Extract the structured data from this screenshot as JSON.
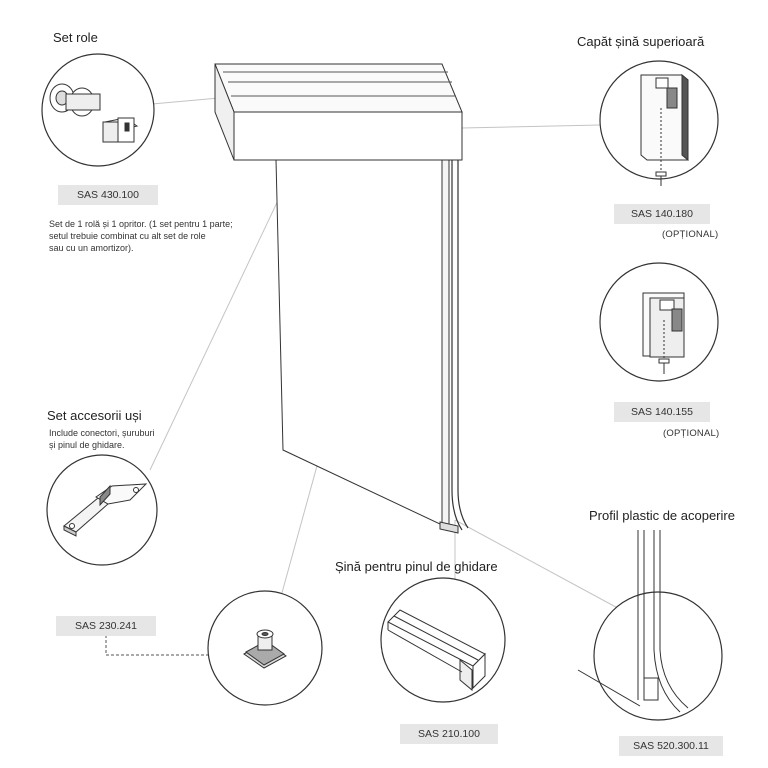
{
  "labels": {
    "set_role": "Set role",
    "capat_sina": "Capăt șină superioară",
    "set_accesorii": "Set accesorii uși",
    "sina_pinul": "Șină pentru pinul de ghidare",
    "profil_plastic": "Profil plastic de acoperire"
  },
  "notes": {
    "set_role_line1": "Set de 1 rolă și 1 opritor. (1 set pentru 1 parte;",
    "set_role_line2": "setul trebuie combinat cu alt set de role",
    "set_role_line3": "sau cu un amortizor).",
    "accesorii_line1": "Include conectori, șuruburi",
    "accesorii_line2": "și pinul de ghidare."
  },
  "codes": {
    "set_role": "SAS 430.100",
    "capat_sina_1": "SAS 140.180",
    "capat_sina_2": "SAS 140.155",
    "accesorii": "SAS 230.241",
    "sina_pinul": "SAS 210.100",
    "profil_plastic": "SAS 520.300.11"
  },
  "optional": {
    "first": "(OPȚIONAL)",
    "second": "(OPȚIONAL)"
  },
  "colors": {
    "line": "#333333",
    "leader": "#bdbdbd",
    "code_bg": "#e6e6e6",
    "background": "#ffffff"
  }
}
